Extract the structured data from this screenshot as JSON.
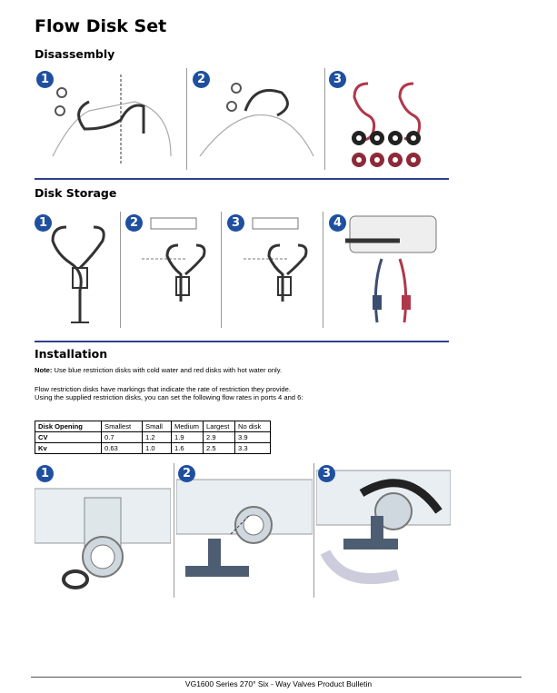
{
  "title": "Flow Disk Set",
  "sections": {
    "disassembly": {
      "title": "Disassembly",
      "steps": [
        "1",
        "2",
        "3"
      ]
    },
    "storage": {
      "title": "Disk Storage",
      "steps": [
        "1",
        "2",
        "3",
        "4"
      ]
    },
    "installation": {
      "title": "Installation",
      "note_label": "Note:",
      "note_text": " Use blue restriction disks with cold water and red disks with hot water only.",
      "para_line1": "Flow restriction disks have markings that indicate the rate of restriction they provide.",
      "para_line2": "Using the supplied restriction disks, you can set the following flow rates in ports 4 and 6:",
      "steps": [
        "1",
        "2",
        "3"
      ]
    }
  },
  "table": {
    "headers": [
      "Disk Opening",
      "Smallest",
      "Small",
      "Medium",
      "Largest",
      "No disk"
    ],
    "rows": [
      [
        "CV",
        "0.7",
        "1.2",
        "1.9",
        "2.9",
        "3.9"
      ],
      [
        "Kv",
        "0.63",
        "1.0",
        "1.6",
        "2.5",
        "3.3"
      ]
    ]
  },
  "footer": "VG1600 Series 270° Six - Way Valves Product Bulletin",
  "colors": {
    "accent": "#1f4f9f",
    "rule": "#2f3f8f",
    "red_disk": "#b0384a",
    "blue_disk": "#3a4f6f"
  }
}
